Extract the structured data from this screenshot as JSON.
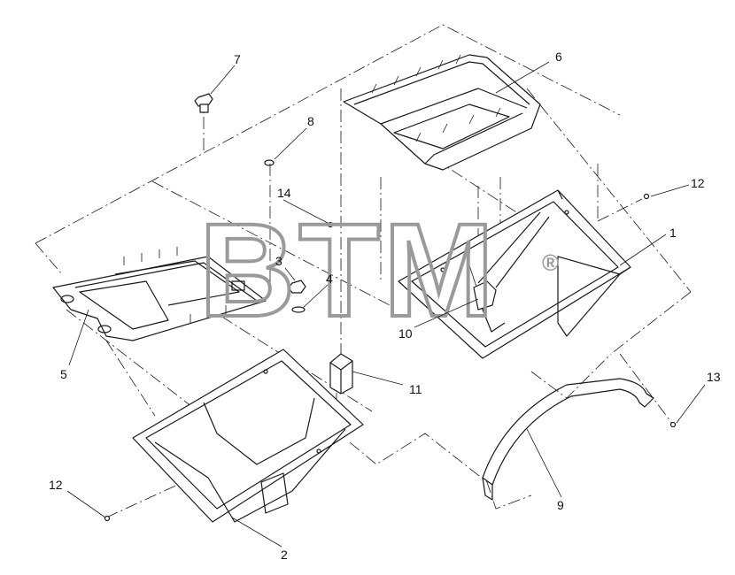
{
  "watermark": {
    "text": "BTM",
    "mark": "®"
  },
  "callouts": [
    {
      "id": "c1",
      "label": "1"
    },
    {
      "id": "c2",
      "label": "2"
    },
    {
      "id": "c3",
      "label": "3"
    },
    {
      "id": "c4",
      "label": "4"
    },
    {
      "id": "c5",
      "label": "5"
    },
    {
      "id": "c6",
      "label": "6"
    },
    {
      "id": "c7",
      "label": "7"
    },
    {
      "id": "c8",
      "label": "8"
    },
    {
      "id": "c9",
      "label": "9"
    },
    {
      "id": "c10",
      "label": "10"
    },
    {
      "id": "c11",
      "label": "11"
    },
    {
      "id": "c12a",
      "label": "12"
    },
    {
      "id": "c12b",
      "label": "12"
    },
    {
      "id": "c13",
      "label": "13"
    },
    {
      "id": "c14",
      "label": "14"
    }
  ]
}
